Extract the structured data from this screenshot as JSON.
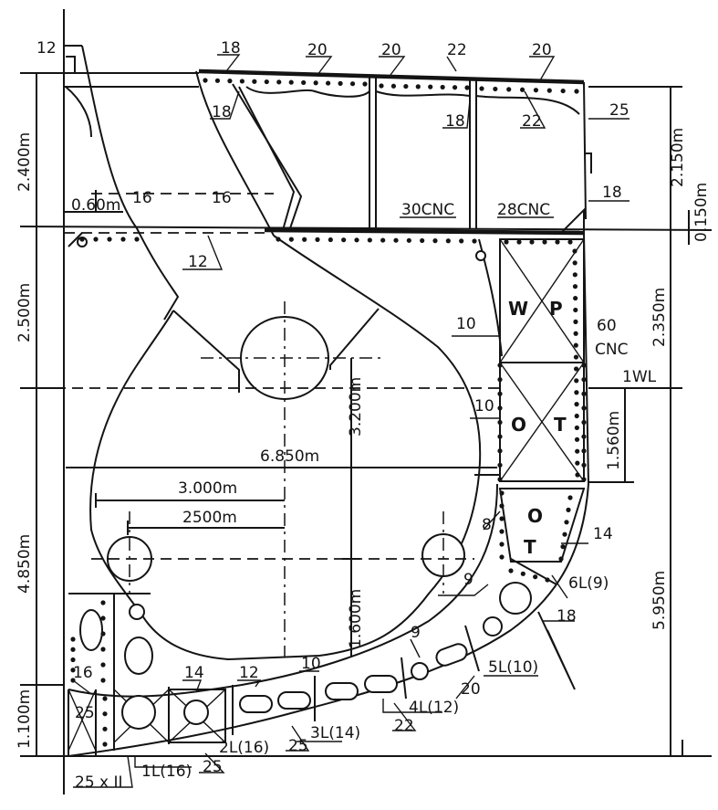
{
  "dimensions": {
    "left_upper": "2.400m",
    "left_mid": "2.500m",
    "left_lower": "4.850m",
    "left_bottom": "1.100m",
    "right_upper": "2.150m",
    "right_small": "0.150m",
    "right_mid": "2.350m",
    "right_tank": "1.560m",
    "right_lower": "5.950m",
    "breadth_main": "6.850m",
    "height_center": "3.200m",
    "width_3000": "3.000m",
    "width_2500": "2500m",
    "height_1600": "1.600m",
    "upper_offset": "0.60m"
  },
  "labels": {
    "t12_top": "12",
    "t18_top": "18",
    "t20_a": "20",
    "t20_b": "20",
    "t22_top": "22",
    "t20_c": "20",
    "t18_left": "18",
    "t18_mid": "18",
    "t22_mid": "22",
    "t25_right": "25",
    "t16_a": "16",
    "t16_b": "16",
    "t30cnc": "30CNC",
    "t28cnc": "28CNC",
    "t18_right": "18",
    "t12_deck": "12",
    "t10_a": "10",
    "t60": "60",
    "tcnc": "CNC",
    "t1wl": "1WL",
    "t10_b": "10",
    "t8": "8",
    "t14_r": "14",
    "t6l9": "6L(9)",
    "t9_a": "9",
    "t18_bilge": "18",
    "t9_b": "9",
    "t5l10": "5L(10)",
    "t20_low": "20",
    "t4l12": "4L(12)",
    "t22_low": "22",
    "t3l14": "3L(14)",
    "t25_low": "25",
    "t2l16": "2L(16)",
    "t1l16": "1L(16)",
    "t25_keel": "25",
    "t25x11": "25 x II",
    "t16_low": "16",
    "t14_low": "14",
    "t12_low": "12",
    "t10_low": "10",
    "t25_box": "25"
  },
  "tank_letters": {
    "w": "W",
    "p": "P",
    "o1": "O",
    "t1": "T",
    "o2": "O",
    "t2": "T"
  }
}
